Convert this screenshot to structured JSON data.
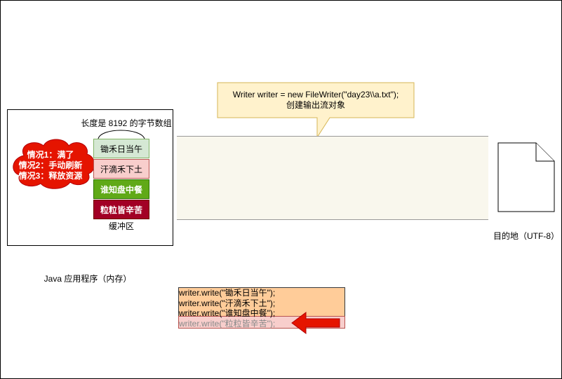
{
  "callout": {
    "line1": "Writer writer = new FileWriter(\"day23\\\\a.txt\");",
    "line2": "创建输出流对象"
  },
  "app": {
    "array_label": "长度是 8192 的字节数组",
    "buffer_label": "缓冲区",
    "cells": [
      "锄禾日当午",
      "汗滴禾下土",
      "谁知盘中餐",
      "粒粒皆辛苦"
    ],
    "label": "Java 应用程序（内存）"
  },
  "cloud": {
    "lines": [
      "情况1：满了",
      "情况2：手动刷新",
      "情况3：释放资源"
    ],
    "color": "#e51400"
  },
  "destination": {
    "label": "目的地（UTF-8）"
  },
  "code": {
    "lines": [
      "writer.write(\"锄禾日当午\");",
      "writer.write(\"汗滴禾下土\");",
      "writer.write(\"谁知盘中餐\");",
      "writer.write(\"粒粒皆辛苦\");"
    ]
  },
  "colors": {
    "callout_fill": "#fff2cc",
    "callout_stroke": "#d6b656",
    "arrow": "#e51400"
  }
}
